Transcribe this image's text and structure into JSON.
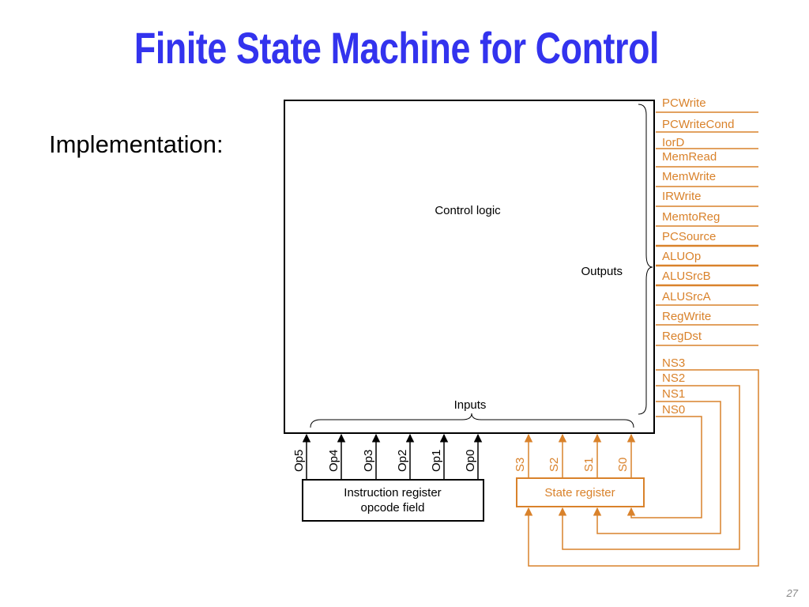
{
  "title": "Finite State Machine for Control",
  "subtitle": "Implementation:",
  "page_number": "27",
  "diagram": {
    "control_logic_label": "Control logic",
    "outputs_label": "Outputs",
    "inputs_label": "Inputs",
    "outputs": [
      "PCWrite",
      "PCWriteCond",
      "IorD",
      "MemRead",
      "MemWrite",
      "IRWrite",
      "MemtoReg",
      "PCSource",
      "ALUOp",
      "ALUSrcB",
      "ALUSrcA",
      "RegWrite",
      "RegDst"
    ],
    "next_state": [
      "NS3",
      "NS2",
      "NS1",
      "NS0"
    ],
    "opcode_bits": [
      "Op5",
      "Op4",
      "Op3",
      "Op2",
      "Op1",
      "Op0"
    ],
    "state_bits": [
      "S3",
      "S2",
      "S1",
      "S0"
    ],
    "ir_box_line1": "Instruction register",
    "ir_box_line2": "opcode field",
    "state_register_label": "State register"
  },
  "colors": {
    "title": "#3333ee",
    "orange": "#d9822b",
    "black": "#000000"
  }
}
